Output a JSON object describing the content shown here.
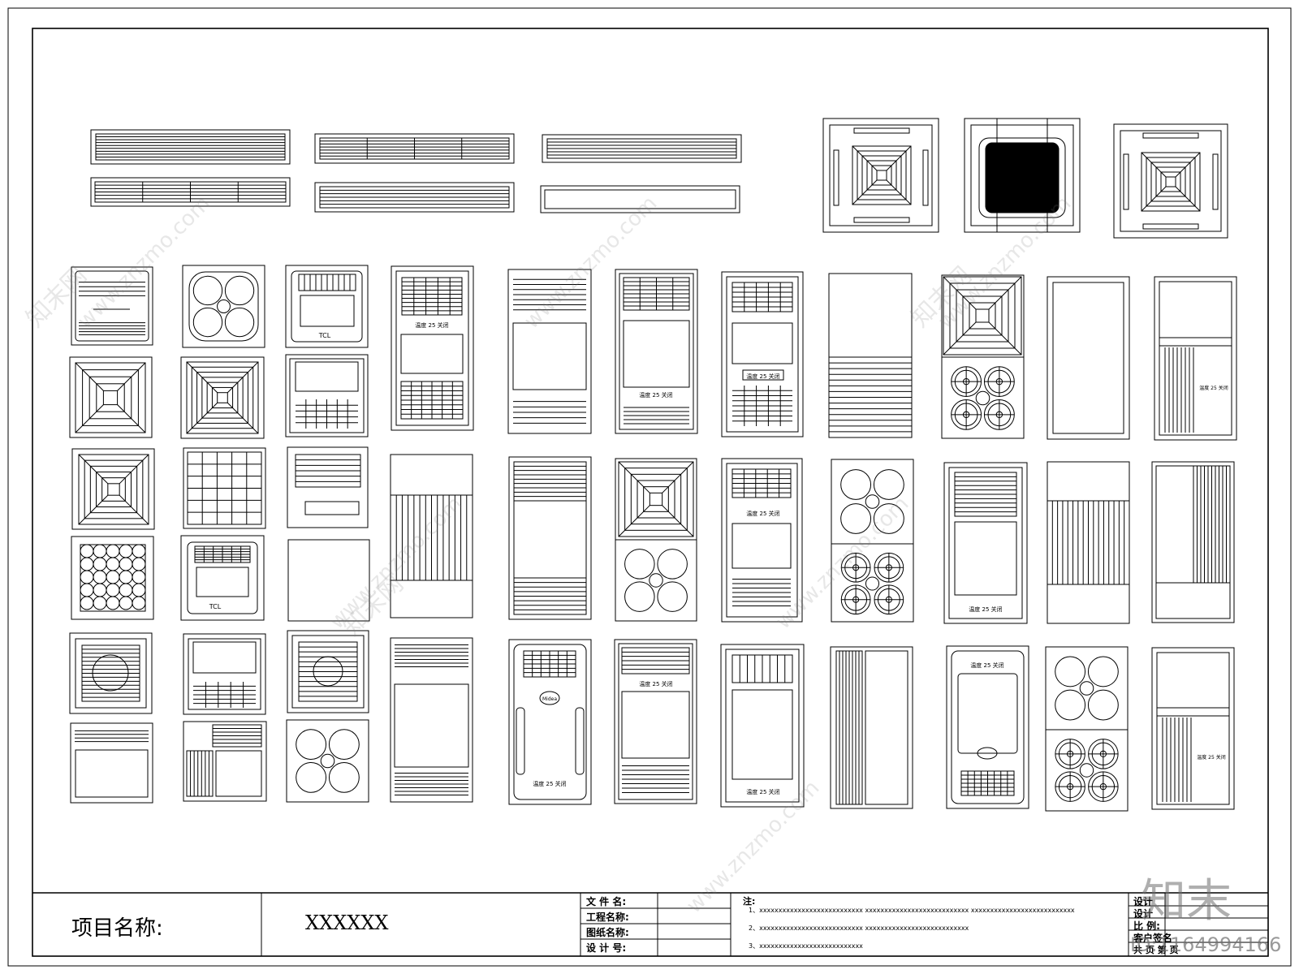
{
  "title_block": {
    "project_label": "项目名称:",
    "project_value": "XXXXXX",
    "fields_left": [
      "文 件 名:",
      "工程名称:",
      "图纸名称:",
      "设 计 号:"
    ],
    "notes_label": "注:",
    "notes": [
      "1、xxxxxxxxxxxxxxxxxxxxxxxxxxx   xxxxxxxxxxxxxxxxxxxxxxxxxxx   xxxxxxxxxxxxxxxxxxxxxxxxxxx",
      "2、xxxxxxxxxxxxxxxxxxxxxxxxxxx   xxxxxxxxxxxxxxxxxxxxxxxxxxx",
      "3、xxxxxxxxxxxxxxxxxxxxxxxxxxx"
    ],
    "fields_right": [
      "设计",
      "设计",
      "比  例:",
      "客户签名",
      "共    页  第    页"
    ]
  },
  "watermark": {
    "text": "www.znzmo.com",
    "brand": "知末网",
    "logo": "知末",
    "id": "ID:1164994166"
  },
  "product_labels": {
    "tcl": "TCL",
    "midea": "Midea",
    "panel_text": "温度 25 关闭"
  }
}
